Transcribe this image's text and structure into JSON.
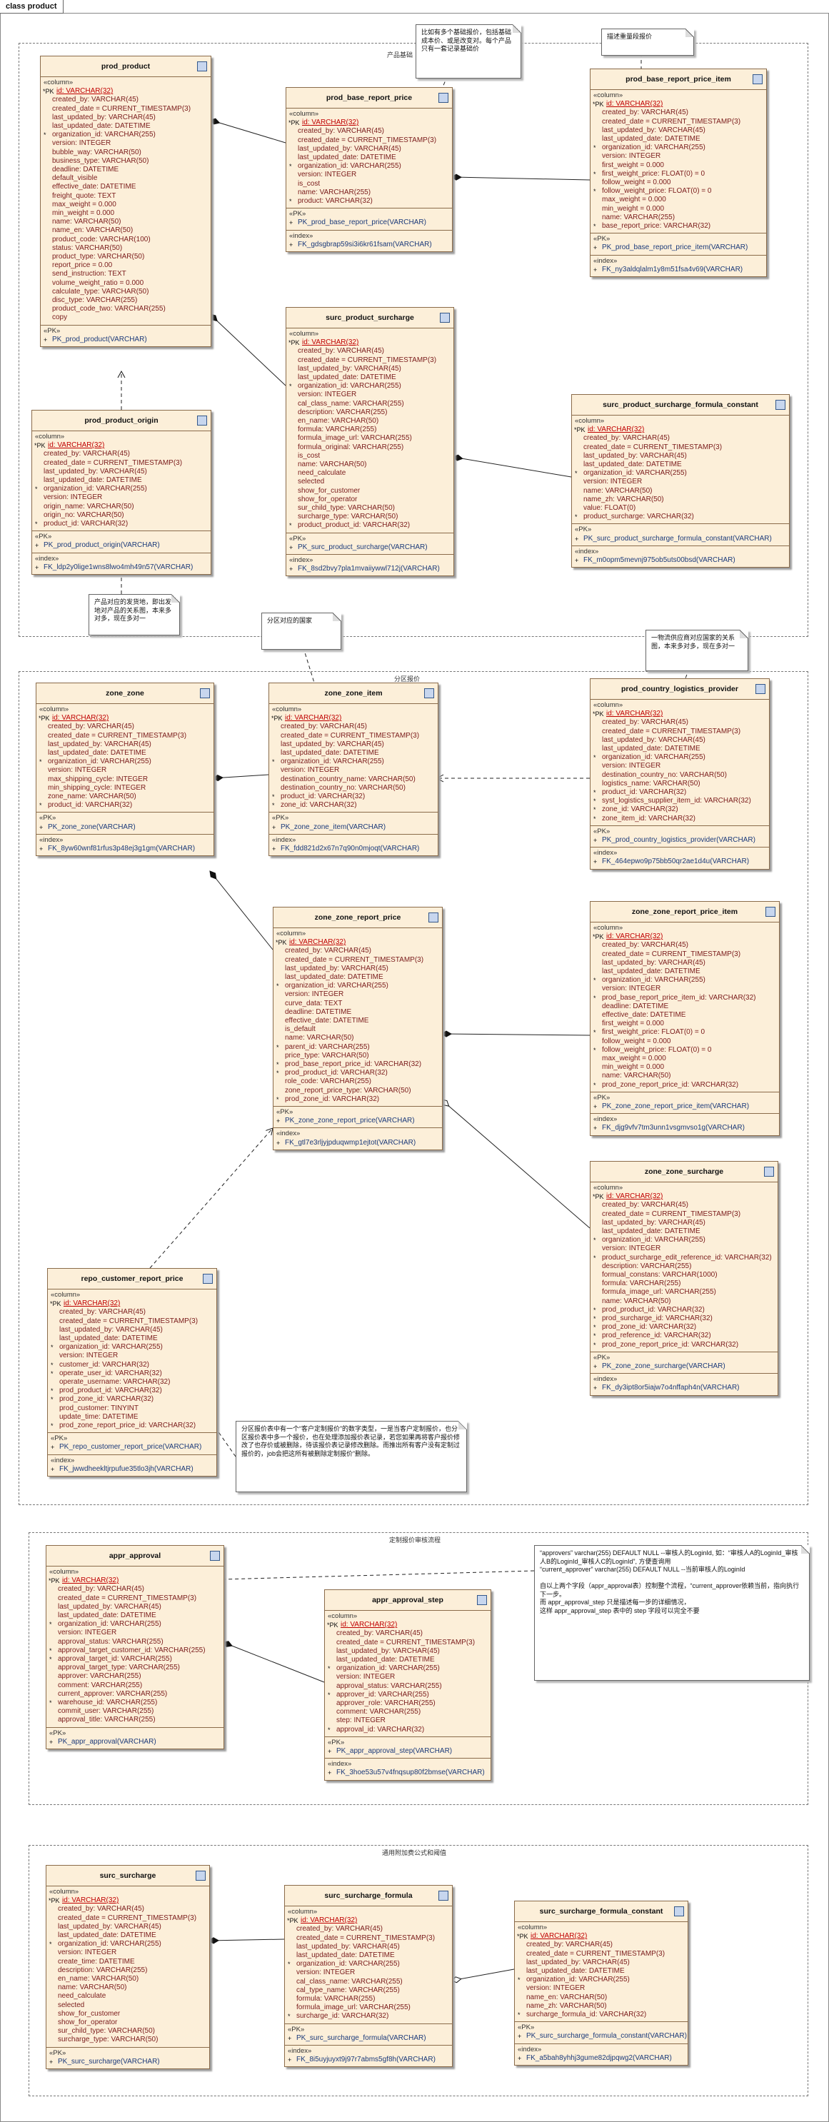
{
  "diagram_title": "class product",
  "packages": [
    {
      "id": "pkg1",
      "title": "产品基础"
    },
    {
      "id": "pkg2",
      "title": "分区报价"
    },
    {
      "id": "pkg3",
      "title": "定制报价审核流程"
    },
    {
      "id": "pkg4",
      "title": "通用附加费公式和阈值"
    }
  ],
  "tables": [
    {
      "id": "prod_product",
      "name": "prod_product",
      "columns": [
        "id: VARCHAR(32)",
        "created_by: VARCHAR(45)",
        "created_date = CURRENT_TIMESTAMP(3)",
        "last_updated_by: VARCHAR(45)",
        "last_updated_date: DATETIME",
        "organization_id: VARCHAR(255)",
        "version: INTEGER",
        "bubble_way: VARCHAR(50)",
        "business_type: VARCHAR(50)",
        "deadline: DATETIME",
        "default_visible",
        "effective_date: DATETIME",
        "freight_quote: TEXT",
        "max_weight = 0.000",
        "min_weight = 0.000",
        "name: VARCHAR(50)",
        "name_en: VARCHAR(50)",
        "product_code: VARCHAR(100)",
        "status: VARCHAR(50)",
        "product_type: VARCHAR(50)",
        "report_price = 0.00",
        "send_instruction: TEXT",
        "volume_weight_ratio = 0.000",
        "calculate_type: VARCHAR(50)",
        "disc_type: VARCHAR(255)",
        "product_code_two: VARCHAR(255)",
        "copy"
      ],
      "pk": [
        "PK_prod_product(VARCHAR)"
      ],
      "idx": []
    },
    {
      "id": "prod_base_report_price",
      "name": "prod_base_report_price",
      "columns": [
        "id: VARCHAR(32)",
        "created_by: VARCHAR(45)",
        "created_date = CURRENT_TIMESTAMP(3)",
        "last_updated_by: VARCHAR(45)",
        "last_updated_date: DATETIME",
        "organization_id: VARCHAR(255)",
        "version: INTEGER",
        "is_cost",
        "name: VARCHAR(255)",
        "product: VARCHAR(32)"
      ],
      "pk": [
        "PK_prod_base_report_price(VARCHAR)"
      ],
      "idx": [
        "FK_gdsgbrap59si3i6kr61fsam(VARCHAR)"
      ]
    },
    {
      "id": "prod_base_report_price_item",
      "name": "prod_base_report_price_item",
      "columns": [
        "id: VARCHAR(32)",
        "created_by: VARCHAR(45)",
        "created_date = CURRENT_TIMESTAMP(3)",
        "last_updated_by: VARCHAR(45)",
        "last_updated_date: DATETIME",
        "organization_id: VARCHAR(255)",
        "version: INTEGER",
        "first_weight = 0.000",
        "first_weight_price: FLOAT(0) = 0",
        "follow_weight = 0.000",
        "follow_weight_price: FLOAT(0) = 0",
        "max_weight = 0.000",
        "min_weight = 0.000",
        "name: VARCHAR(255)",
        "base_report_price: VARCHAR(32)"
      ],
      "pk": [
        "PK_prod_base_report_price_item(VARCHAR)"
      ],
      "idx": [
        "FK_ny3aldqlalm1y8m51fsa4v69(VARCHAR)"
      ]
    },
    {
      "id": "surc_product_surcharge",
      "name": "surc_product_surcharge",
      "columns": [
        "id: VARCHAR(32)",
        "created_by: VARCHAR(45)",
        "created_date = CURRENT_TIMESTAMP(3)",
        "last_updated_by: VARCHAR(45)",
        "last_updated_date: DATETIME",
        "organization_id: VARCHAR(255)",
        "version: INTEGER",
        "cal_class_name: VARCHAR(255)",
        "description: VARCHAR(255)",
        "en_name: VARCHAR(50)",
        "formula: VARCHAR(255)",
        "formula_image_url: VARCHAR(255)",
        "formula_original: VARCHAR(255)",
        "is_cost",
        "name: VARCHAR(50)",
        "need_calculate",
        "selected",
        "show_for_customer",
        "show_for_operator",
        "sur_child_type: VARCHAR(50)",
        "surcharge_type: VARCHAR(50)",
        "product_product_id: VARCHAR(32)"
      ],
      "pk": [
        "PK_surc_product_surcharge(VARCHAR)"
      ],
      "idx": [
        "FK_8sd2bvy7pla1mvaiiywwl712j(VARCHAR)"
      ]
    },
    {
      "id": "surc_product_surcharge_formula_constant",
      "name": "surc_product_surcharge_formula_constant",
      "columns": [
        "id: VARCHAR(32)",
        "created_by: VARCHAR(45)",
        "created_date = CURRENT_TIMESTAMP(3)",
        "last_updated_by: VARCHAR(45)",
        "last_updated_date: DATETIME",
        "organization_id: VARCHAR(255)",
        "version: INTEGER",
        "name: VARCHAR(50)",
        "name_zh: VARCHAR(50)",
        "value: FLOAT(0)",
        "product_surcharge: VARCHAR(32)"
      ],
      "pk": [
        "PK_surc_product_surcharge_formula_constant(VARCHAR)"
      ],
      "idx": [
        "FK_m0opm5mevnj975ob5uts00bsd(VARCHAR)"
      ]
    },
    {
      "id": "prod_product_origin",
      "name": "prod_product_origin",
      "columns": [
        "id: VARCHAR(32)",
        "created_by: VARCHAR(45)",
        "created_date = CURRENT_TIMESTAMP(3)",
        "last_updated_by: VARCHAR(45)",
        "last_updated_date: DATETIME",
        "organization_id: VARCHAR(255)",
        "version: INTEGER",
        "origin_name: VARCHAR(50)",
        "origin_no: VARCHAR(50)",
        "product_id: VARCHAR(32)"
      ],
      "pk": [
        "PK_prod_product_origin(VARCHAR)"
      ],
      "idx": [
        "FK_ldp2y0lige1wns8lwo4mh49n57(VARCHAR)"
      ]
    },
    {
      "id": "zone_zone",
      "name": "zone_zone",
      "columns": [
        "id: VARCHAR(32)",
        "created_by: VARCHAR(45)",
        "created_date = CURRENT_TIMESTAMP(3)",
        "last_updated_by: VARCHAR(45)",
        "last_updated_date: DATETIME",
        "organization_id: VARCHAR(255)",
        "version: INTEGER",
        "max_shipping_cycle: INTEGER",
        "min_shipping_cycle: INTEGER",
        "zone_name: VARCHAR(50)",
        "product_id: VARCHAR(32)"
      ],
      "pk": [
        "PK_zone_zone(VARCHAR)"
      ],
      "idx": [
        "FK_8yw60wnf81rfus3p48ej3g1gm(VARCHAR)"
      ]
    },
    {
      "id": "zone_zone_item",
      "name": "zone_zone_item",
      "columns": [
        "id: VARCHAR(32)",
        "created_by: VARCHAR(45)",
        "created_date = CURRENT_TIMESTAMP(3)",
        "last_updated_by: VARCHAR(45)",
        "last_updated_date: DATETIME",
        "organization_id: VARCHAR(255)",
        "version: INTEGER",
        "destination_country_name: VARCHAR(50)",
        "destination_country_no: VARCHAR(50)",
        "product_id: VARCHAR(32)",
        "zone_id: VARCHAR(32)"
      ],
      "pk": [
        "PK_zone_zone_item(VARCHAR)"
      ],
      "idx": [
        "FK_fdd821d2x67n7q90n0mjoqt(VARCHAR)"
      ]
    },
    {
      "id": "prod_country_logistics_provider",
      "name": "prod_country_logistics_provider",
      "columns": [
        "id: VARCHAR(32)",
        "created_by: VARCHAR(45)",
        "created_date = CURRENT_TIMESTAMP(3)",
        "last_updated_by: VARCHAR(45)",
        "last_updated_date: DATETIME",
        "organization_id: VARCHAR(255)",
        "version: INTEGER",
        "destination_country_no: VARCHAR(50)",
        "logistics_name: VARCHAR(50)",
        "product_id: VARCHAR(32)",
        "syst_logistics_supplier_item_id: VARCHAR(32)",
        "zone_id: VARCHAR(32)",
        "zone_item_id: VARCHAR(32)"
      ],
      "pk": [
        "PK_prod_country_logistics_provider(VARCHAR)"
      ],
      "idx": [
        "FK_464epwo9p75bb50qr2ae1d4u(VARCHAR)"
      ]
    },
    {
      "id": "zone_zone_report_price",
      "name": "zone_zone_report_price",
      "columns": [
        "id: VARCHAR(32)",
        "created_by: VARCHAR(45)",
        "created_date = CURRENT_TIMESTAMP(3)",
        "last_updated_by: VARCHAR(45)",
        "last_updated_date: DATETIME",
        "organization_id: VARCHAR(255)",
        "version: INTEGER",
        "curve_data: TEXT",
        "deadline: DATETIME",
        "effective_date: DATETIME",
        "is_default",
        "name: VARCHAR(50)",
        "parent_id: VARCHAR(255)",
        "price_type: VARCHAR(50)",
        "prod_base_report_price_id: VARCHAR(32)",
        "prod_product_id: VARCHAR(32)",
        "role_code: VARCHAR(255)",
        "zone_report_price_type: VARCHAR(50)",
        "prod_zone_id: VARCHAR(32)"
      ],
      "pk": [
        "PK_zone_zone_report_price(VARCHAR)"
      ],
      "idx": [
        "FK_gtl7e3rljyjpduqwmp1ejtot(VARCHAR)"
      ]
    },
    {
      "id": "zone_zone_report_price_item",
      "name": "zone_zone_report_price_item",
      "columns": [
        "id: VARCHAR(32)",
        "created_by: VARCHAR(45)",
        "created_date = CURRENT_TIMESTAMP(3)",
        "last_updated_by: VARCHAR(45)",
        "last_updated_date: DATETIME",
        "organization_id: VARCHAR(255)",
        "version: INTEGER",
        "prod_base_report_price_item_id: VARCHAR(32)",
        "deadline: DATETIME",
        "effective_date: DATETIME",
        "first_weight = 0.000",
        "first_weight_price: FLOAT(0) = 0",
        "follow_weight = 0.000",
        "follow_weight_price: FLOAT(0) = 0",
        "max_weight = 0.000",
        "min_weight = 0.000",
        "name: VARCHAR(50)",
        "prod_zone_report_price_id: VARCHAR(32)"
      ],
      "pk": [
        "PK_zone_zone_report_price_item(VARCHAR)"
      ],
      "idx": [
        "FK_djg9vfv7tm3unn1vsgmvso1g(VARCHAR)"
      ]
    },
    {
      "id": "zone_zone_surcharge",
      "name": "zone_zone_surcharge",
      "columns": [
        "id: VARCHAR(32)",
        "created_by: VARCHAR(45)",
        "created_date = CURRENT_TIMESTAMP(3)",
        "last_updated_by: VARCHAR(45)",
        "last_updated_date: DATETIME",
        "organization_id: VARCHAR(255)",
        "version: INTEGER",
        "product_surcharge_edit_reference_id: VARCHAR(32)",
        "description: VARCHAR(255)",
        "formual_constans: VARCHAR(1000)",
        "formula: VARCHAR(255)",
        "formula_image_url: VARCHAR(255)",
        "name: VARCHAR(50)",
        "prod_product_id: VARCHAR(32)",
        "prod_surcharge_id: VARCHAR(32)",
        "prod_zone_id: VARCHAR(32)",
        "prod_reference_id: VARCHAR(32)",
        "prod_zone_report_price_id: VARCHAR(32)"
      ],
      "pk": [
        "PK_zone_zone_surcharge(VARCHAR)"
      ],
      "idx": [
        "FK_dy3ipt8or5iajw7o4nffaph4n(VARCHAR)"
      ]
    },
    {
      "id": "repo_customer_report_price",
      "name": "repo_customer_report_price",
      "columns": [
        "id: VARCHAR(32)",
        "created_by: VARCHAR(45)",
        "created_date = CURRENT_TIMESTAMP(3)",
        "last_updated_by: VARCHAR(45)",
        "last_updated_date: DATETIME",
        "organization_id: VARCHAR(255)",
        "version: INTEGER",
        "customer_id: VARCHAR(32)",
        "operate_user_id: VARCHAR(32)",
        "operate_username: VARCHAR(32)",
        "prod_product_id: VARCHAR(32)",
        "prod_zone_id: VARCHAR(32)",
        "prod_customer: TINYINT",
        "update_time: DATETIME",
        "prod_zone_report_price_id: VARCHAR(32)"
      ],
      "pk": [
        "PK_repo_customer_report_price(VARCHAR)"
      ],
      "idx": [
        "FK_jwwdheekltjrpufue35tlo3jh(VARCHAR)"
      ]
    },
    {
      "id": "appr_approval",
      "name": "appr_approval",
      "columns": [
        "id: VARCHAR(32)",
        "created_by: VARCHAR(45)",
        "created_date = CURRENT_TIMESTAMP(3)",
        "last_updated_by: VARCHAR(45)",
        "last_updated_date: DATETIME",
        "organization_id: VARCHAR(255)",
        "version: INTEGER",
        "approval_status: VARCHAR(255)",
        "approval_target_customer_id: VARCHAR(255)",
        "approval_target_id: VARCHAR(255)",
        "approval_target_type: VARCHAR(255)",
        "approver: VARCHAR(255)",
        "comment: VARCHAR(255)",
        "current_approver: VARCHAR(255)",
        "warehouse_id: VARCHAR(255)",
        "commit_user: VARCHAR(255)",
        "approval_title: VARCHAR(255)"
      ],
      "pk": [
        "PK_appr_approval(VARCHAR)"
      ],
      "idx": []
    },
    {
      "id": "appr_approval_step",
      "name": "appr_approval_step",
      "columns": [
        "id: VARCHAR(32)",
        "created_by: VARCHAR(45)",
        "created_date = CURRENT_TIMESTAMP(3)",
        "last_updated_by: VARCHAR(45)",
        "last_updated_date: DATETIME",
        "organization_id: VARCHAR(255)",
        "version: INTEGER",
        "approval_status: VARCHAR(255)",
        "approver_id: VARCHAR(255)",
        "approver_role: VARCHAR(255)",
        "comment: VARCHAR(255)",
        "step: INTEGER",
        "approval_id: VARCHAR(32)"
      ],
      "pk": [
        "PK_appr_approval_step(VARCHAR)"
      ],
      "idx": [
        "FK_3hoe53u57v4fnqsup80f2bmse(VARCHAR)"
      ]
    },
    {
      "id": "surc_surcharge",
      "name": "surc_surcharge",
      "columns": [
        "id: VARCHAR(32)",
        "created_by: VARCHAR(45)",
        "created_date = CURRENT_TIMESTAMP(3)",
        "last_updated_by: VARCHAR(45)",
        "last_updated_date: DATETIME",
        "organization_id: VARCHAR(255)",
        "version: INTEGER",
        "create_time: DATETIME",
        "description: VARCHAR(255)",
        "en_name: VARCHAR(50)",
        "name: VARCHAR(50)",
        "need_calculate",
        "selected",
        "show_for_customer",
        "show_for_operator",
        "sur_child_type: VARCHAR(50)",
        "surcharge_type: VARCHAR(50)"
      ],
      "pk": [
        "PK_surc_surcharge(VARCHAR)"
      ],
      "idx": []
    },
    {
      "id": "surc_surcharge_formula",
      "name": "surc_surcharge_formula",
      "columns": [
        "id: VARCHAR(32)",
        "created_by: VARCHAR(45)",
        "created_date = CURRENT_TIMESTAMP(3)",
        "last_updated_by: VARCHAR(45)",
        "last_updated_date: DATETIME",
        "organization_id: VARCHAR(255)",
        "version: INTEGER",
        "cal_class_name: VARCHAR(255)",
        "cal_type_name: VARCHAR(255)",
        "formula: VARCHAR(255)",
        "formula_image_url: VARCHAR(255)",
        "surcharge_id: VARCHAR(32)"
      ],
      "pk": [
        "PK_surc_surcharge_formula(VARCHAR)"
      ],
      "idx": [
        "FK_8i5uyjuyxt9j97r7abms5gf8h(VARCHAR)"
      ]
    },
    {
      "id": "surc_surcharge_formula_constant",
      "name": "surc_surcharge_formula_constant",
      "columns": [
        "id: VARCHAR(32)",
        "created_by: VARCHAR(45)",
        "created_date = CURRENT_TIMESTAMP(3)",
        "last_updated_by: VARCHAR(45)",
        "last_updated_date: DATETIME",
        "organization_id: VARCHAR(255)",
        "version: INTEGER",
        "name_en: VARCHAR(50)",
        "name_zh: VARCHAR(50)",
        "surcharge_formula_id: VARCHAR(32)"
      ],
      "pk": [
        "PK_surc_surcharge_formula_constant(VARCHAR)"
      ],
      "idx": [
        "FK_a5bah8yhhj3gume82djpqwg2(VARCHAR)"
      ]
    }
  ],
  "notes": [
    {
      "id": "note_base_price",
      "text": "比如有多个基础报价，包括基础成本价、或是改变对。每个产品只有一套记录基础价"
    },
    {
      "id": "note_item",
      "text": "描述重量段报价"
    },
    {
      "id": "note_origin",
      "text": "产品对应的发货地，即出发地对产品的关系图，本来多对多，现在多对一"
    },
    {
      "id": "note_zone",
      "text": "分区对应的国家"
    },
    {
      "id": "note_provider",
      "text": "一物流供应商对应国家的关系图，本来多对多，现在多对一"
    },
    {
      "id": "note_customer",
      "text": "分区报价表中有一个“客户定制报价”的数字类型，一是当客户定制报价，也分区报价表中多一个报价，也在处理添加报价表记录，若您如果再将客户报价修改了也存价或被删除，待该报价表记录修改删除。而推出所有客户没有定制过报价的，job会把这所有被删除定制报价”删除。"
    },
    {
      "id": "note_approval",
      "text": "“approvers” varchar(255) DEFAULT NULL --审核人的LoginId, 如：“审核人A的LoginId_审核人B的LoginId_审核人C的LoginId”, 方便查询用\n“current_approver” varchar(255) DEFAULT NULL --当前审核人的LoginId\n\n自以上两个字段（appr_approval表）控制整个流程，“current_approver依赖当前，指向执行下一步。\n而 appr_approval_step 只是描述每一步的详细情况，\n这样 appr_approval_step 表中的 step 字段可以完全不要"
    }
  ]
}
